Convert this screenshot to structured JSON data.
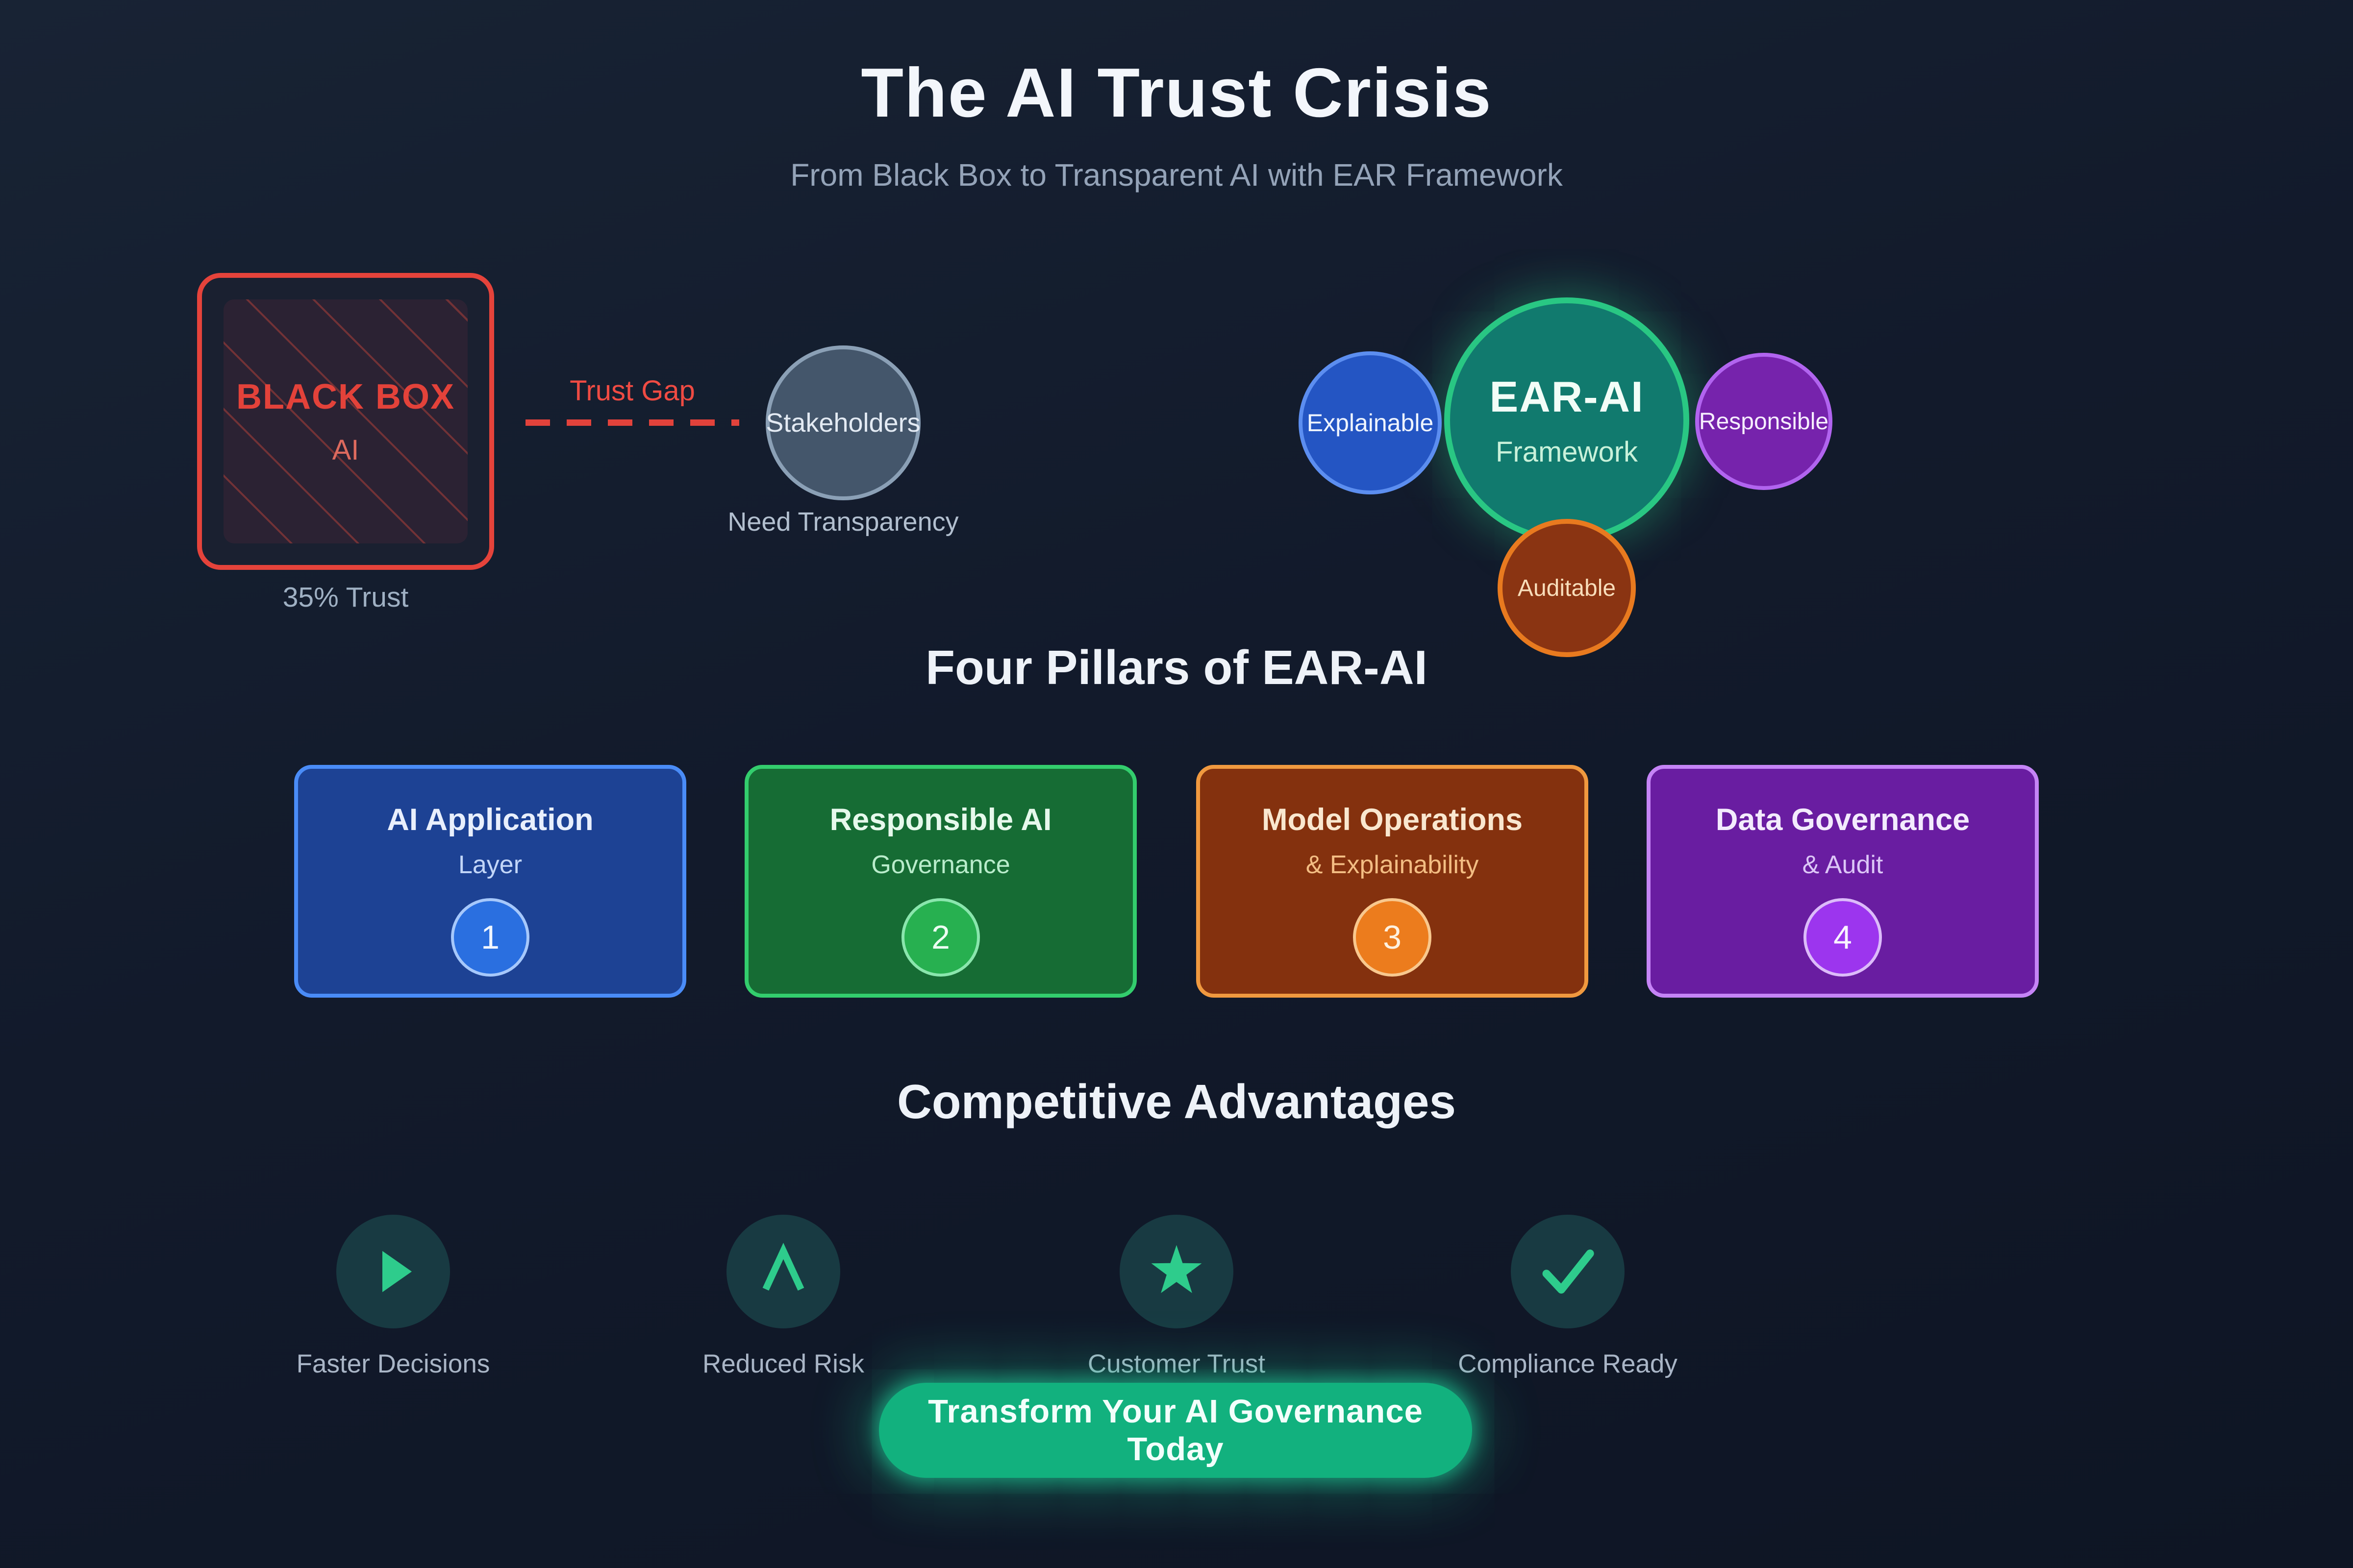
{
  "header": {
    "title": "The AI Trust Crisis",
    "subtitle": "From Black Box to Transparent AI with EAR Framework"
  },
  "problem": {
    "black_box": {
      "line1": "BLACK BOX",
      "line2": "AI",
      "caption": "35% Trust",
      "border_color": "#e5433b"
    },
    "trust_gap": {
      "label": "Trust Gap",
      "color": "#ef4b43"
    },
    "stakeholders": {
      "label": "Stakeholders",
      "caption": "Need Transparency",
      "fill": "#44566b",
      "border": "#8ba0b6"
    }
  },
  "framework": {
    "center": {
      "title": "EAR-AI",
      "subtitle": "Framework",
      "fill": "#117a6e",
      "border": "#29c783"
    },
    "satellites": [
      {
        "label": "Explainable",
        "fill": "#2455c3",
        "border": "#5c8ef0"
      },
      {
        "label": "Responsible",
        "fill": "#7623ac",
        "border": "#b164ef"
      },
      {
        "label": "Auditable",
        "fill": "#8a3412",
        "border": "#e87a1f"
      }
    ]
  },
  "pillars": {
    "heading": "Four Pillars of EAR-AI",
    "cards": [
      {
        "title": "AI Application",
        "subtitle": "Layer",
        "number": "1",
        "fill": "#1d4294",
        "border": "#4a8cf7"
      },
      {
        "title": "Responsible AI",
        "subtitle": "Governance",
        "number": "2",
        "fill": "#166c34",
        "border": "#33cd6d"
      },
      {
        "title": "Model Operations",
        "subtitle": "& Explainability",
        "number": "3",
        "fill": "#84310e",
        "border": "#f0993f"
      },
      {
        "title": "Data Governance",
        "subtitle": "& Audit",
        "number": "4",
        "fill": "#691da1",
        "border": "#c584f6"
      }
    ]
  },
  "advantages": {
    "heading": "Competitive Advantages",
    "icon_color": "#2ecc8c",
    "items": [
      {
        "label": "Faster Decisions",
        "icon": "play-icon"
      },
      {
        "label": "Reduced Risk",
        "icon": "chevron-up-icon"
      },
      {
        "label": "Customer Trust",
        "icon": "star-icon"
      },
      {
        "label": "Compliance Ready",
        "icon": "check-icon"
      }
    ]
  },
  "cta": {
    "label": "Transform Your AI Governance Today",
    "color": "#12b17e"
  },
  "palette": {
    "background": "#121a2b",
    "accent_green": "#29c783",
    "accent_red": "#e5433b"
  }
}
